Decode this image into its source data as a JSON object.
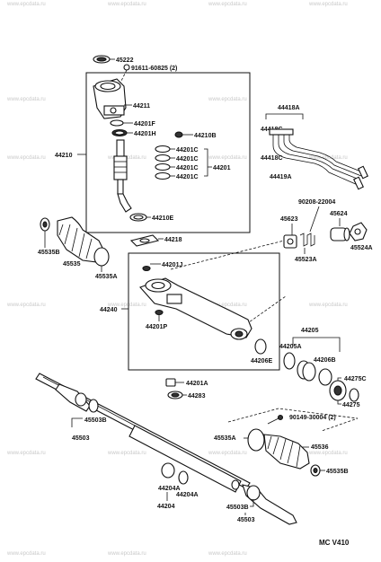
{
  "watermark": "www.epcdata.ru",
  "diagram_code": "MC  V410",
  "labels": {
    "p45222": "45222",
    "p91611": "91611-60825 (2)",
    "p44211": "44211",
    "p44201F": "44201F",
    "p44201H": "44201H",
    "p44210B": "44210B",
    "p44201C_1": "44201C",
    "p44201C_2": "44201C",
    "p44201C_3": "44201C",
    "p44201C_4": "44201C",
    "p44201": "44201",
    "p44210": "44210",
    "p44210E": "44210E",
    "p44418A": "44418A",
    "p44418C_1": "44418C",
    "p44418C_2": "44418C",
    "p44419A": "44419A",
    "p90208": "90208-22004",
    "p45623": "45623",
    "p45624": "45624",
    "p45524A": "45524A",
    "p45523A": "45523A",
    "p45535B_top": "45535B",
    "p45535": "45535",
    "p45535A_top": "45535A",
    "p44218": "44218",
    "p44201J": "44201J",
    "p44240": "44240",
    "p44201P": "44201P",
    "p44205": "44205",
    "p44205A": "44205A",
    "p44206E": "44206E",
    "p44206B": "44206B",
    "p44275C": "44275C",
    "p44275": "44275",
    "p44201A": "44201A",
    "p44283": "44283",
    "p45503B_left": "45503B",
    "p45503_left": "45503",
    "p90149": "90149-30004 (2)",
    "p45535A_bot": "45535A",
    "p45536": "45536",
    "p45535B_bot": "45535B",
    "p44204A_1": "44204A",
    "p44204A_2": "44204A",
    "p44204": "44204",
    "p45503B_bot": "45503B",
    "p45503_bot": "45503"
  }
}
